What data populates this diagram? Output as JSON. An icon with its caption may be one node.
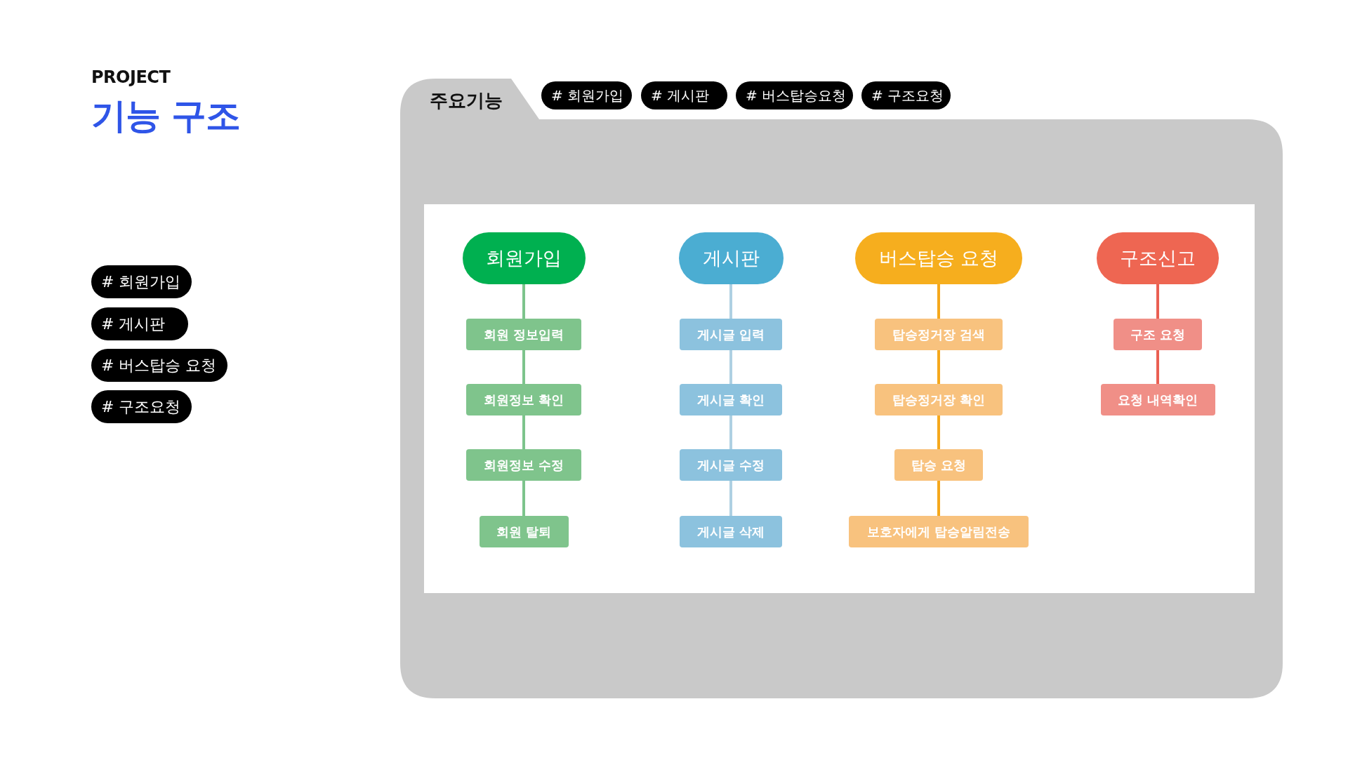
{
  "diagram": {
    "title": "기능 구조",
    "nodes": [
      {
        "text": [
          "# 회원가입"
        ]
      },
      {
        "text": [
          "# 게시판"
        ]
      },
      {
        "text": [
          "# 버스탑승 요청"
        ]
      },
      {
        "text": [
          "# 구조요청"
        ]
      },
      {
        "text": [
          "주요기능"
        ]
      },
      {
        "text": [
          "# 회원가입"
        ]
      },
      {
        "text": [
          "# 게시판"
        ]
      },
      {
        "text": [
          "# 버스탑승요청"
        ]
      },
      {
        "text": [
          "# 구조요청"
        ]
      },
      {
        "text": [],
        "shape": "box",
        "in": 4
      },
      {
        "text": [
          "회원가입"
        ],
        "in": 9
      },
      {
        "text": [
          "회원 정보입력"
        ],
        "in": 9
      },
      {
        "text": [
          "회원정보 확인"
        ],
        "in": 9
      },
      {
        "text": [
          "회원정보 수정"
        ],
        "in": 9
      },
      {
        "text": [
          "회원 탈퇴"
        ],
        "in": 9
      },
      {
        "text": [
          "게시판"
        ],
        "in": 9
      },
      {
        "text": [
          "게시글 입력"
        ],
        "in": 9
      },
      {
        "text": [
          "게시글 확인"
        ],
        "in": 9
      },
      {
        "text": [
          "게시글 수정"
        ],
        "in": 9
      },
      {
        "text": [
          "게시글 삭제"
        ],
        "in": 9
      },
      {
        "text": [
          "버스탑승 요청"
        ],
        "in": 9
      },
      {
        "text": [
          "탑승정거장 검색"
        ],
        "in": 9
      },
      {
        "text": [
          "탑승정거장 확인"
        ],
        "in": 9
      },
      {
        "text": [
          "탑승 요청"
        ],
        "in": 9
      },
      {
        "text": [
          "보호자에게 탑승알림전송"
        ],
        "in": 9
      },
      {
        "text": [
          "구조신고"
        ],
        "in": 9
      },
      {
        "text": [
          "구조 요청"
        ],
        "in": 9
      },
      {
        "text": [
          "요청 내역확인"
        ],
        "in": 9
      }
    ],
    "edges": [
      {
        "from": 10,
        "to": 11,
        "arrow": "none",
        "color": "#7dc48c"
      },
      {
        "from": 11,
        "to": 12,
        "arrow": "none",
        "color": "#7dc48c"
      },
      {
        "from": 12,
        "to": 13,
        "arrow": "none",
        "color": "#7dc48c"
      },
      {
        "from": 13,
        "to": 14,
        "arrow": "none",
        "color": "#7dc48c"
      },
      {
        "from": 15,
        "to": 16,
        "arrow": "none",
        "color": "#aed0e2"
      },
      {
        "from": 16,
        "to": 17,
        "arrow": "none",
        "color": "#aed0e2"
      },
      {
        "from": 17,
        "to": 18,
        "arrow": "none",
        "color": "#aed0e2"
      },
      {
        "from": 18,
        "to": 19,
        "arrow": "none",
        "color": "#aed0e2"
      },
      {
        "from": 20,
        "to": 21,
        "arrow": "none",
        "color": "#f5a81c"
      },
      {
        "from": 21,
        "to": 22,
        "arrow": "none",
        "color": "#f5a81c"
      },
      {
        "from": 22,
        "to": 23,
        "arrow": "none",
        "color": "#f5a81c"
      },
      {
        "from": 23,
        "to": 24,
        "arrow": "none",
        "color": "#f5a81c"
      },
      {
        "from": 25,
        "to": 26,
        "arrow": "none",
        "color": "#ea5f52"
      },
      {
        "from": 26,
        "to": 27,
        "arrow": "none",
        "color": "#ea5f52"
      }
    ],
    "labels": [
      "PROJECT"
    ]
  }
}
